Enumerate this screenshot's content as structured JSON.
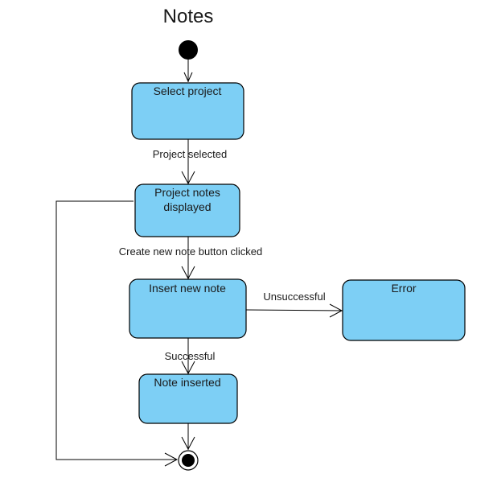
{
  "diagram": {
    "title": "Notes",
    "states": {
      "select_project": "Select project",
      "project_notes_line1": "Project notes",
      "project_notes_line2": "displayed",
      "insert_new_note": "Insert new note",
      "error": "Error",
      "note_inserted": "Note inserted"
    },
    "transitions": {
      "project_selected": "Project selected",
      "create_new_note": "Create new note button clicked",
      "unsuccessful": "Unsuccessful",
      "successful": "Successful"
    },
    "colors": {
      "state_fill": "#7dcff5",
      "stroke": "#000000"
    }
  }
}
